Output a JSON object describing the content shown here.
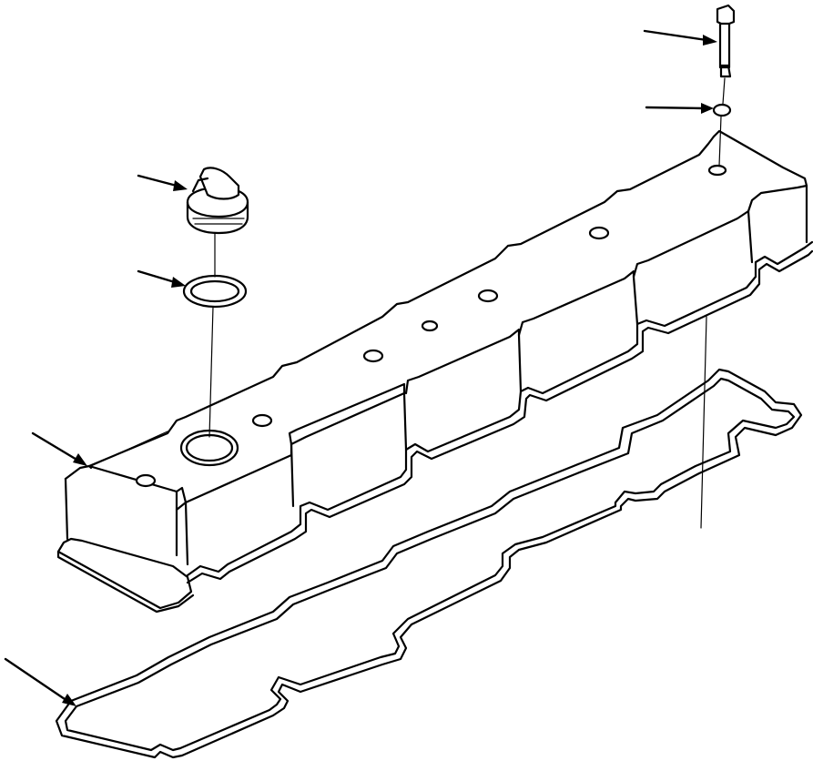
{
  "diagram": {
    "type": "exploded-parts-view",
    "parts": [
      {
        "name": "cap-screw",
        "callout_arrow": true
      },
      {
        "name": "seal-washer",
        "callout_arrow": true
      },
      {
        "name": "oil-filler-cap",
        "callout_arrow": true
      },
      {
        "name": "o-ring",
        "callout_arrow": true
      },
      {
        "name": "valve-cover",
        "callout_arrow": true
      },
      {
        "name": "valve-cover-gasket",
        "callout_arrow": true
      }
    ],
    "colors": {
      "line": "#000000",
      "background": "#ffffff"
    }
  }
}
